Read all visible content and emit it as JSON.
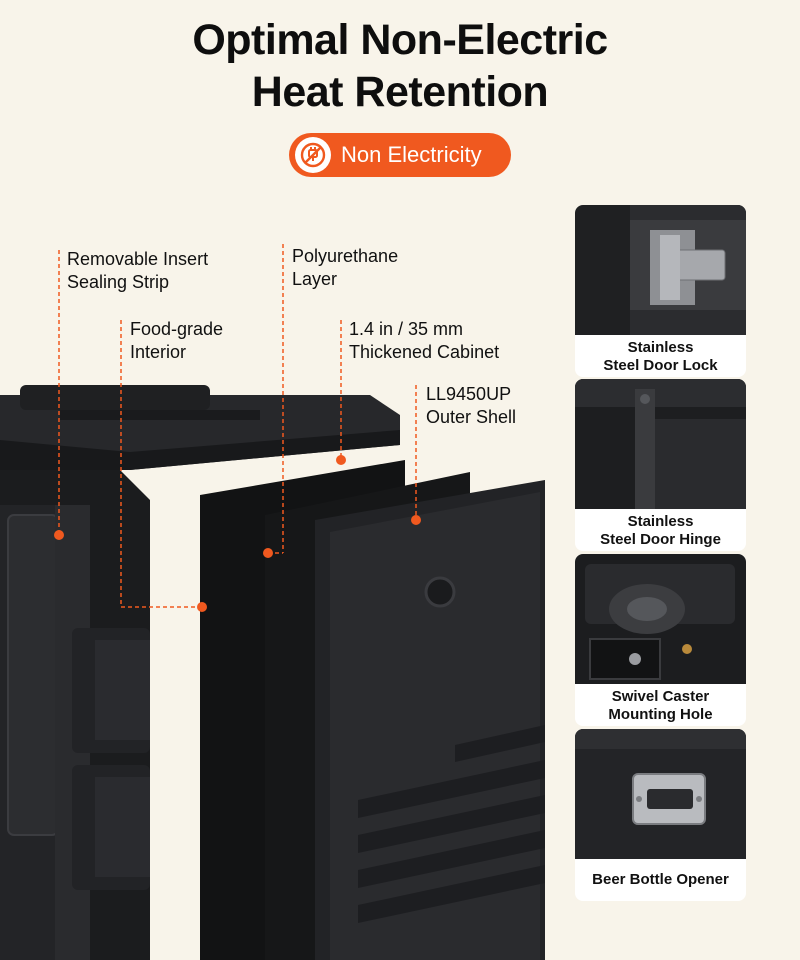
{
  "title_line1": "Optimal Non-Electric",
  "title_line2": "Heat Retention",
  "badge": {
    "label": "Non Electricity",
    "icon": "no-plug-icon",
    "color": "#f0591f"
  },
  "callouts": [
    {
      "line1": "Removable Insert",
      "line2": "Sealing Strip"
    },
    {
      "line1": "Polyurethane",
      "line2": "Layer"
    },
    {
      "line1": "Food-grade",
      "line2": "Interior"
    },
    {
      "line1": "1.4 in / 35 mm",
      "line2": "Thickened Cabinet"
    },
    {
      "line1": "LL9450UP",
      "line2": "Outer Shell"
    }
  ],
  "features": [
    {
      "line1": "Stainless",
      "line2": "Steel Door Lock"
    },
    {
      "line1": "Stainless",
      "line2": "Steel Door Hinge"
    },
    {
      "line1": "Swivel Caster",
      "line2": "Mounting Hole"
    },
    {
      "line1": "Beer Bottle Opener",
      "line2": ""
    }
  ],
  "colors": {
    "background": "#f8f4ea",
    "accent": "#f0591f",
    "product": "#1d1e20"
  }
}
